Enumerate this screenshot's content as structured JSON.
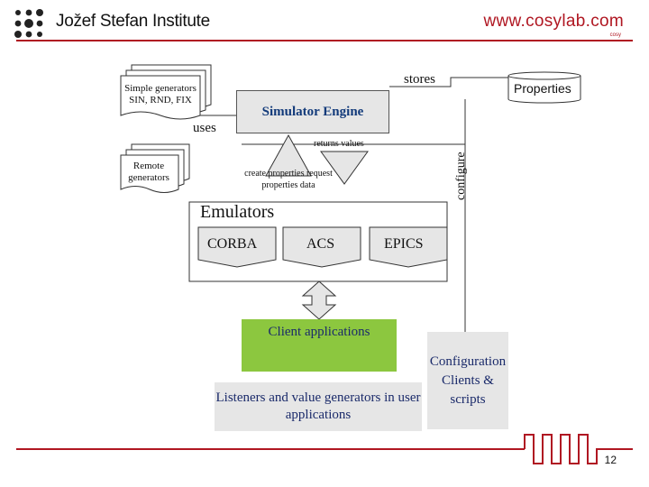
{
  "header": {
    "institute": "Jožef Stefan Institute",
    "url": "www.cosylab.com",
    "url_sub": "cosy"
  },
  "diagram": {
    "simple_generators": "Simple generators SIN, RND, FIX",
    "remote_generators": "Remote generators",
    "uses": "uses",
    "simulator_engine": "Simulator Engine",
    "stores": "stores",
    "properties": "Properties",
    "returns_values": "returns values",
    "create_request": "create properties request properties data",
    "configure": "configure",
    "emulators": "Emulators",
    "corba": "CORBA",
    "acs": "ACS",
    "epics": "EPICS",
    "client_applications": "Client applications",
    "listeners": "Listeners and value generators in user applications",
    "config_clients": "Configuration Clients & scripts"
  },
  "footer": {
    "page_number": "12"
  },
  "colors": {
    "brand_red": "#b01722",
    "client_green": "#8cc73f",
    "engine_fill": "#e6e6e6"
  }
}
